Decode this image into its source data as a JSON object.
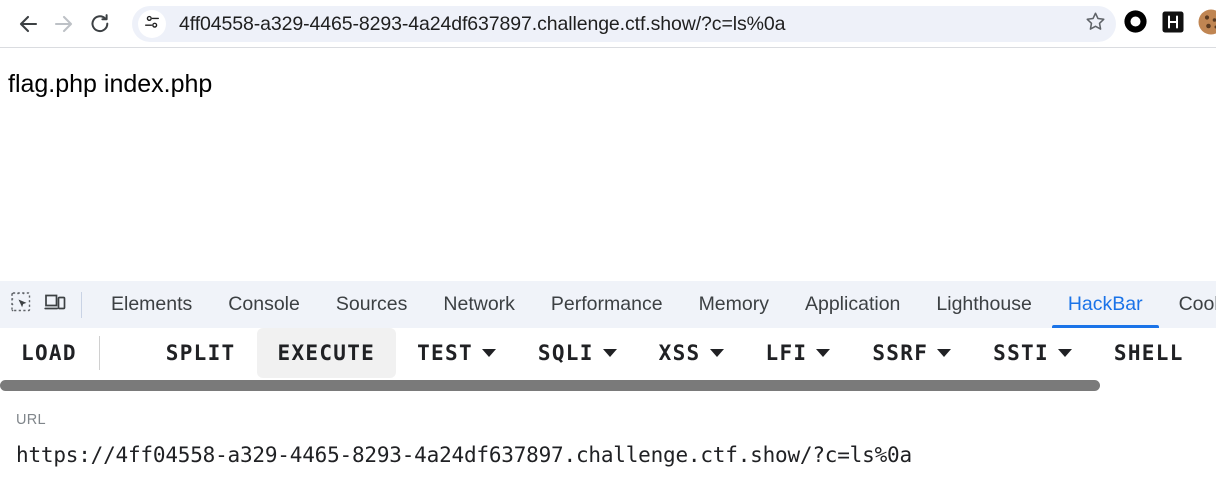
{
  "browser": {
    "back_icon": "back-arrow-icon",
    "forward_icon": "forward-arrow-icon",
    "reload_icon": "reload-icon",
    "site_info_icon": "site-settings-tune-icon",
    "url": "4ff04558-a329-4465-8293-4a24df637897.challenge.ctf.show/?c=ls%0a",
    "bookmark_icon": "bookmark-star-icon",
    "extensions": [
      {
        "name": "ring-extension-icon",
        "label": ""
      },
      {
        "name": "hackbar-extension-icon",
        "label": "H"
      },
      {
        "name": "cookie-extension-icon",
        "label": ""
      }
    ]
  },
  "page": {
    "body_text": "flag.php index.php"
  },
  "devtools": {
    "inspect_icon": "inspect-element-icon",
    "device_toolbar_icon": "device-toolbar-icon",
    "tabs": [
      {
        "label": "Elements",
        "active": false
      },
      {
        "label": "Console",
        "active": false
      },
      {
        "label": "Sources",
        "active": false
      },
      {
        "label": "Network",
        "active": false
      },
      {
        "label": "Performance",
        "active": false
      },
      {
        "label": "Memory",
        "active": false
      },
      {
        "label": "Application",
        "active": false
      },
      {
        "label": "Lighthouse",
        "active": false
      },
      {
        "label": "HackBar",
        "active": true
      },
      {
        "label": "Cook",
        "active": false
      }
    ],
    "active_tab_color": "#1a73e8"
  },
  "hackbar": {
    "actions": [
      {
        "label": "LOAD",
        "caret": false,
        "hovered": false
      },
      {
        "label": "SPLIT",
        "caret": false,
        "hovered": false
      },
      {
        "label": "EXECUTE",
        "caret": false,
        "hovered": true
      },
      {
        "label": "TEST",
        "caret": true,
        "hovered": false
      },
      {
        "label": "SQLI",
        "caret": true,
        "hovered": false
      },
      {
        "label": "XSS",
        "caret": true,
        "hovered": false
      },
      {
        "label": "LFI",
        "caret": true,
        "hovered": false
      },
      {
        "label": "SSRF",
        "caret": true,
        "hovered": false
      },
      {
        "label": "SSTI",
        "caret": true,
        "hovered": false
      },
      {
        "label": "SHELL",
        "caret": false,
        "hovered": false
      }
    ],
    "load_dropdown_icon": "chevron-down-icon",
    "url_label": "URL",
    "url_value": "https://4ff04558-a329-4465-8293-4a24df637897.challenge.ctf.show/?c=ls%0a"
  }
}
